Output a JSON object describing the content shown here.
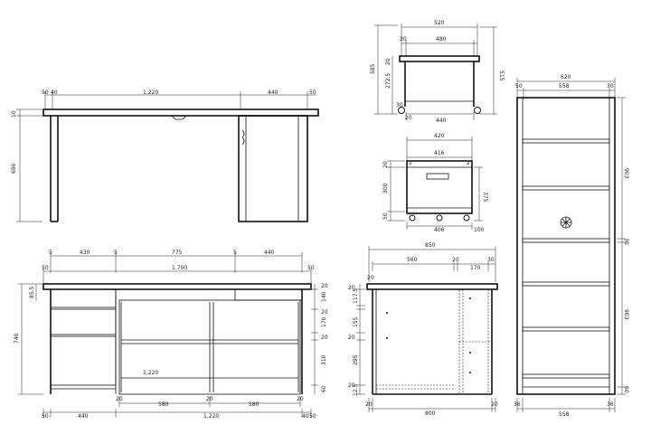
{
  "front_desk": {
    "top": [
      "50",
      "40",
      "1.220",
      "440",
      "50"
    ],
    "side": [
      "10",
      "680"
    ]
  },
  "cart_side": {
    "top": [
      "520",
      "30",
      "480"
    ],
    "left": [
      "585",
      "20",
      "272.5",
      "30"
    ],
    "right": [
      "515"
    ],
    "bottom": [
      "20",
      "440"
    ]
  },
  "cart_front": {
    "top": [
      "420",
      "416"
    ],
    "left": [
      "20",
      "300",
      "50"
    ],
    "right": [
      "375"
    ],
    "bottom": [
      "406",
      "100"
    ],
    "corner": [
      "2",
      "2"
    ]
  },
  "shelf": {
    "top": [
      "620",
      "50",
      "558",
      "30"
    ],
    "right": [
      "903",
      "30",
      "903",
      "60"
    ],
    "bottom": [
      "36",
      "558",
      "36"
    ]
  },
  "desk_front": {
    "top_row": [
      "5",
      "430",
      "5",
      "775",
      "5",
      "440"
    ],
    "second_row": [
      "50",
      "1.700",
      "50"
    ],
    "left": [
      "85.5",
      "740"
    ],
    "right": [
      "20",
      "140",
      "20",
      "170",
      "20",
      "310",
      "60"
    ],
    "inner_label": "1.220",
    "bottom_small": [
      "20",
      "20",
      "20"
    ],
    "bottom_mid": [
      "580",
      "580"
    ],
    "bottom": [
      "50",
      "440",
      "1.220",
      "40",
      "50"
    ]
  },
  "desk_side": {
    "top": [
      "850",
      "560",
      "20",
      "170",
      "30"
    ],
    "left_small": [
      "20"
    ],
    "left": [
      "20",
      "117.5",
      "155",
      "20",
      "295",
      "20",
      "12.5"
    ],
    "bottom": [
      "20",
      "800",
      "20"
    ]
  }
}
